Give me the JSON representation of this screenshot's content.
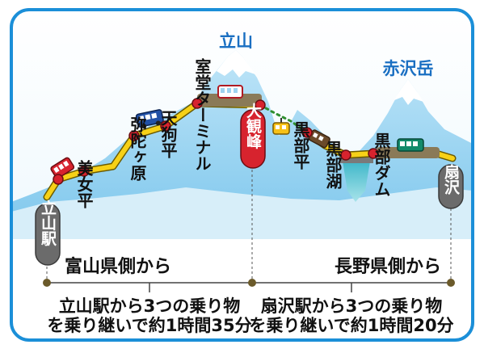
{
  "peaks": {
    "tateyama": "立山",
    "akazawadake": "赤沢岳"
  },
  "stations": {
    "tateyama_eki": "立山駅",
    "bijodaira": "美女平",
    "midagahara": "弥陀ヶ原",
    "tengudaira": "天狗平",
    "murodo": "室堂ターミナル",
    "daikanbo": "大観峰",
    "kurobedaira": "黒部平",
    "kurobeko": "黒部湖",
    "kurobedam": "黒部ダム",
    "ogizawa": "扇沢"
  },
  "sides": {
    "toyama": "富山県側から",
    "nagano": "長野県側から"
  },
  "footer": {
    "left_line1": "立山駅から3つの乗り物",
    "left_line2": "を乗り継いで約1時間35分",
    "right_line1": "扇沢駅から3つの乗り物",
    "right_line2": "を乗り継いで約1時間20分"
  },
  "colors": {
    "frame": "#1b8fd8",
    "sky": "#ffffff",
    "mountain": "#9ed3f0",
    "mountain_dark": "#6bb8e4",
    "route_yellow": "#f7d117",
    "station_dot": "#d7232e",
    "daikanbo_badge": "#d7232e",
    "grey_badge": "#6b6b6b",
    "peak_text": "#1a6fc2"
  },
  "icons": [
    "cable-car-icon",
    "bus-icon",
    "train-icon",
    "ropeway-car-icon",
    "dam-icon"
  ]
}
